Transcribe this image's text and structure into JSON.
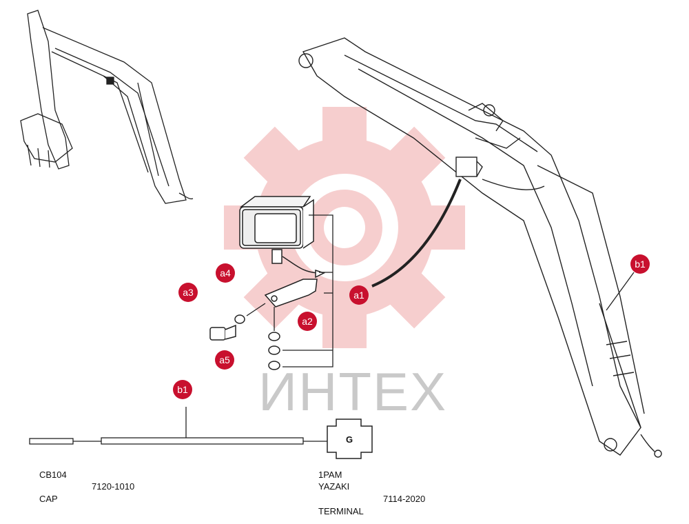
{
  "watermark": {
    "text": "ИНТЕХ",
    "gear_color": "#f6c9c9"
  },
  "badge_color": "#c8102e",
  "callouts": [
    {
      "id": "a1",
      "label": "a1"
    },
    {
      "id": "a2",
      "label": "a2"
    },
    {
      "id": "a3",
      "label": "a3"
    },
    {
      "id": "a4",
      "label": "a4"
    },
    {
      "id": "a5",
      "label": "a5"
    },
    {
      "id": "b1-right",
      "label": "b1"
    },
    {
      "id": "b1-bottom",
      "label": "b1"
    }
  ],
  "connector": {
    "label": "G"
  },
  "part_labels": {
    "cb104": "CB104",
    "part_7120": "7120-1010",
    "cap": "CAP",
    "p1pam": "1PAM",
    "yazaki": "YAZAKI",
    "part_7114": "7114-2020",
    "terminal": "TERMINAL"
  }
}
